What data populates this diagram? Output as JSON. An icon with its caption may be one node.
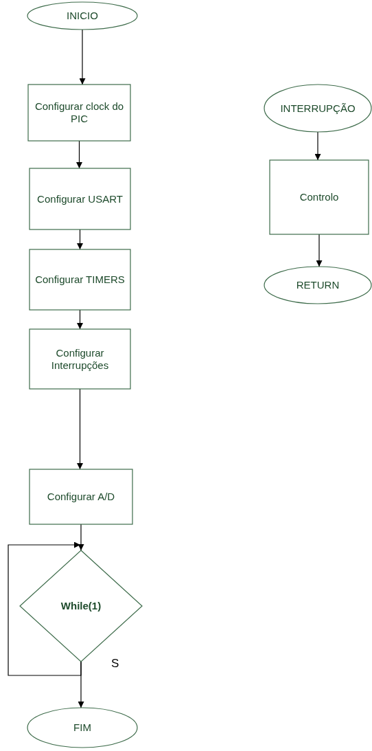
{
  "diagram": {
    "nodes": [
      {
        "text": [
          "INICIO"
        ]
      },
      {
        "text": [
          "Configurar clock do PIC"
        ]
      },
      {
        "text": [
          "Configurar USART"
        ]
      },
      {
        "text": [
          "Configurar TIMERS"
        ]
      },
      {
        "text": [
          "Configurar Interrupções"
        ]
      },
      {
        "text": [
          "Configurar A/D"
        ]
      },
      {
        "text": [
          "While(1)"
        ]
      },
      {
        "text": [
          "FIM"
        ]
      },
      {
        "text": [
          "INTERRUPÇÃO"
        ]
      },
      {
        "text": [
          "Controlo"
        ]
      },
      {
        "text": [
          "RETURN"
        ]
      }
    ],
    "edges": [
      {
        "from": 0,
        "to": 1,
        "arrow": "to"
      },
      {
        "from": 1,
        "to": 2,
        "arrow": "to"
      },
      {
        "from": 2,
        "to": 3,
        "arrow": "to"
      },
      {
        "from": 3,
        "to": 4,
        "arrow": "to"
      },
      {
        "from": 4,
        "to": 5,
        "arrow": "to"
      },
      {
        "from": 5,
        "to": 6,
        "arrow": "to"
      },
      {
        "from": 6,
        "to": 6,
        "arrow": "to"
      },
      {
        "from": 6,
        "to": 7,
        "arrow": "to"
      },
      {
        "from": 8,
        "to": 9,
        "arrow": "to"
      },
      {
        "from": 9,
        "to": 10,
        "arrow": "to"
      }
    ],
    "labels": [
      "S"
    ]
  }
}
